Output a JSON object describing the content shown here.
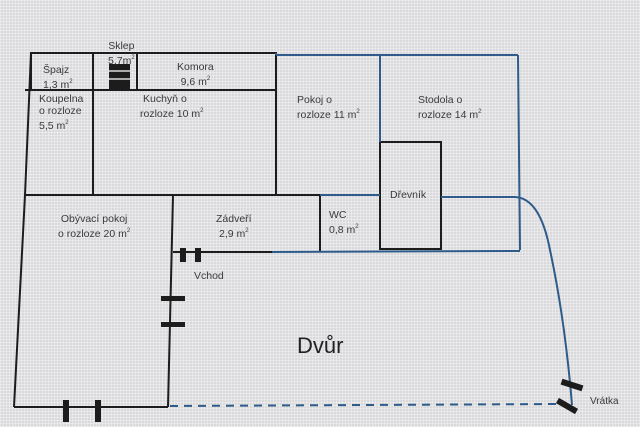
{
  "plan": {
    "colors": {
      "wall_blue": "#2e5b8a",
      "wall_dark": "#1c1c1c",
      "background": "#d9d9db"
    },
    "rooms": [
      {
        "id": "spajz",
        "name": "Špajz",
        "area": "1,3 m",
        "unit_sup": "2"
      },
      {
        "id": "sklep",
        "name": "Sklep",
        "area": "5,7m",
        "unit_sup": "2"
      },
      {
        "id": "komora",
        "name": "Komora",
        "area": "9,6 m",
        "unit_sup": "2"
      },
      {
        "id": "koupelna",
        "name": "Koupelna",
        "line2": "o rozloze",
        "area": "5,5 m",
        "unit_sup": "2"
      },
      {
        "id": "kuchyn",
        "name": "Kuchyň o",
        "area": "rozloze 10 m",
        "unit_sup": "2"
      },
      {
        "id": "pokoj",
        "name": "Pokoj o",
        "area": "rozloze 11 m",
        "unit_sup": "2"
      },
      {
        "id": "stodola",
        "name": "Stodola o",
        "area": "rozloze 14 m",
        "unit_sup": "2"
      },
      {
        "id": "drevnik",
        "name": "Dřevník"
      },
      {
        "id": "obyvaci",
        "name": "Obývací pokoj",
        "area": "o rozloze 20 m",
        "unit_sup": "2"
      },
      {
        "id": "zadveri",
        "name": "Zádveří",
        "area": "2,9 m",
        "unit_sup": "2"
      },
      {
        "id": "wc",
        "name": "WC",
        "area": "0,8 m",
        "unit_sup": "2"
      }
    ],
    "labels": {
      "entrance": "Vchod",
      "gate": "Vrátka",
      "yard": "Dvůr"
    }
  }
}
